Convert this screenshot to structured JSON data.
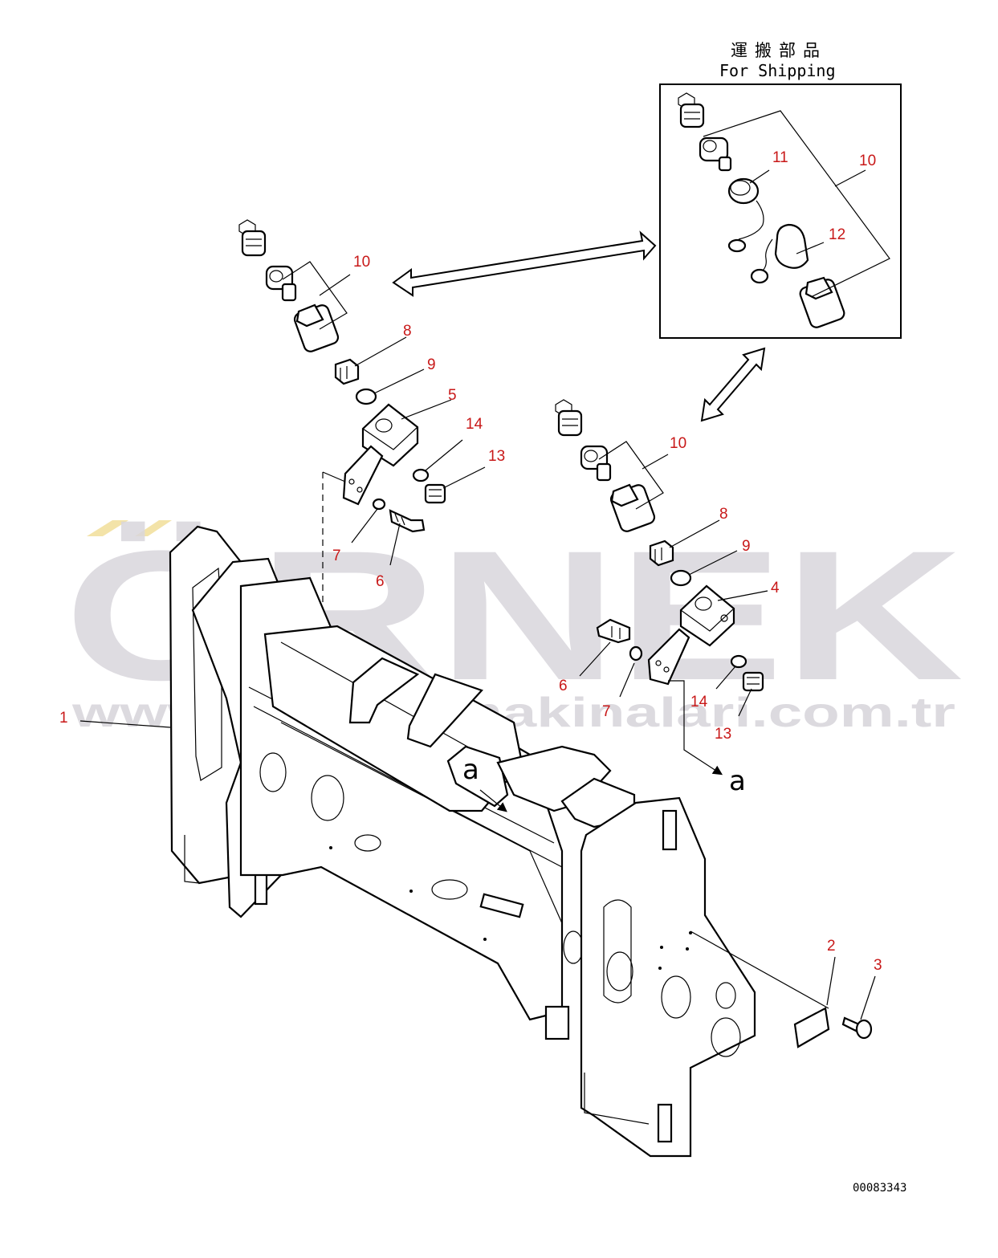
{
  "shipping_box": {
    "title_jp": "運搬部品",
    "title_en": "For Shipping"
  },
  "callouts": [
    {
      "id": "c10-box",
      "label": "10"
    },
    {
      "id": "c11",
      "label": "11"
    },
    {
      "id": "c12",
      "label": "12"
    },
    {
      "id": "c10-left",
      "label": "10"
    },
    {
      "id": "c8-left",
      "label": "8"
    },
    {
      "id": "c9-left",
      "label": "9"
    },
    {
      "id": "c5",
      "label": "5"
    },
    {
      "id": "c14-left",
      "label": "14"
    },
    {
      "id": "c13-left",
      "label": "13"
    },
    {
      "id": "c7-left",
      "label": "7"
    },
    {
      "id": "c6-left",
      "label": "6"
    },
    {
      "id": "c10-right",
      "label": "10"
    },
    {
      "id": "c8-right",
      "label": "8"
    },
    {
      "id": "c9-right",
      "label": "9"
    },
    {
      "id": "c4",
      "label": "4"
    },
    {
      "id": "c6-right",
      "label": "6"
    },
    {
      "id": "c7-right",
      "label": "7"
    },
    {
      "id": "c14-right",
      "label": "14"
    },
    {
      "id": "c13-right",
      "label": "13"
    },
    {
      "id": "c1",
      "label": "1"
    },
    {
      "id": "c2",
      "label": "2"
    },
    {
      "id": "c3",
      "label": "3"
    }
  ],
  "view_labels": {
    "view_ref_arrow": "a",
    "view_ref_frame": "a"
  },
  "drawing_number": "00083343",
  "watermark": {
    "brand": "ÖRNEK",
    "url": "www.ornekismakinalari.com.tr",
    "color": "#d8d6dc",
    "accent": "#f3e3a8"
  }
}
